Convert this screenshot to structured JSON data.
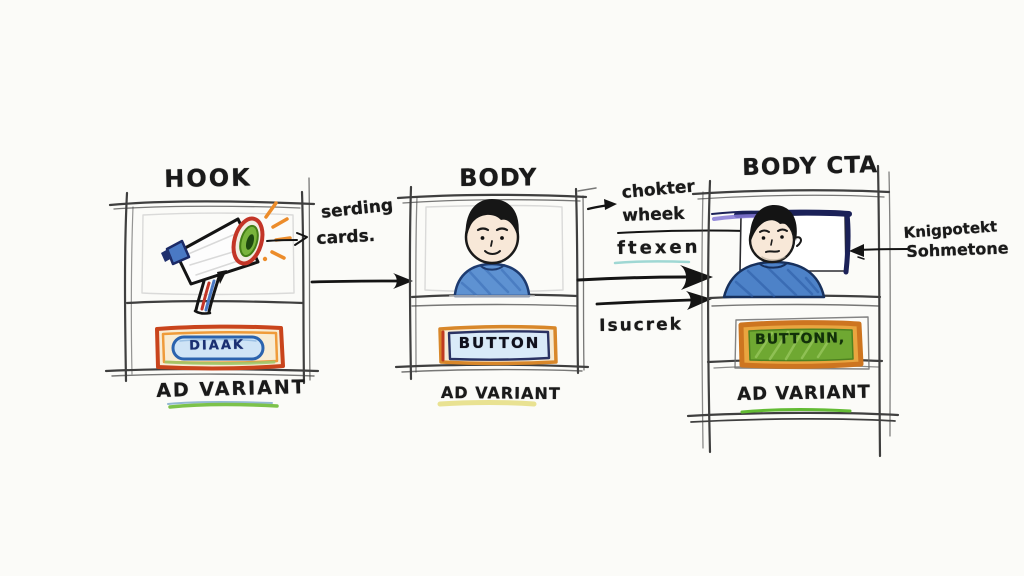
{
  "diagram": {
    "background_color": "#fbfbf8",
    "ink_color": "#1d1d1d",
    "cards": [
      {
        "title": "HOOK",
        "illustration": "megaphone-icon",
        "button_label": "DIAAK",
        "button_frame_color": "#c9441c",
        "button_fill_color": "#cfe4f6",
        "button_text_color": "#1a2f72",
        "caption": "AD VARIANT",
        "caption_underline_color": "#7cc24a"
      },
      {
        "title": "BODY",
        "illustration": "person-avatar",
        "button_label": "BUTTON",
        "button_frame_color": "#d8872a",
        "button_fill_color": "#d9eaf8",
        "button_text_color": "#10101c",
        "caption": "AD VARIANT",
        "caption_underline_color": "#e7df86"
      },
      {
        "title": "BODY CTA",
        "illustration": "framed-person-avatar",
        "button_label": "BUTTONN,",
        "button_frame_color": "#cd7520",
        "button_fill_color": "#6fa832",
        "button_text_color": "#12300a",
        "caption": "AD VARIANT",
        "caption_underline_color": "#63bb34"
      }
    ],
    "connectors": {
      "hook_to_body": "single-arrow",
      "body_to_cta": "double-arrow"
    },
    "annotations": {
      "sending": {
        "line1": "serding",
        "line2": "cards."
      },
      "chokter": {
        "line1": "chokter",
        "line2": "wheek"
      },
      "ftexen": {
        "text": "ftexen",
        "underline_color": "#9fd8d4"
      },
      "isucrek": {
        "text": "Isucrek"
      },
      "somatone": {
        "line1": "Knigpotekt",
        "line2": "Sohmetone"
      }
    }
  }
}
